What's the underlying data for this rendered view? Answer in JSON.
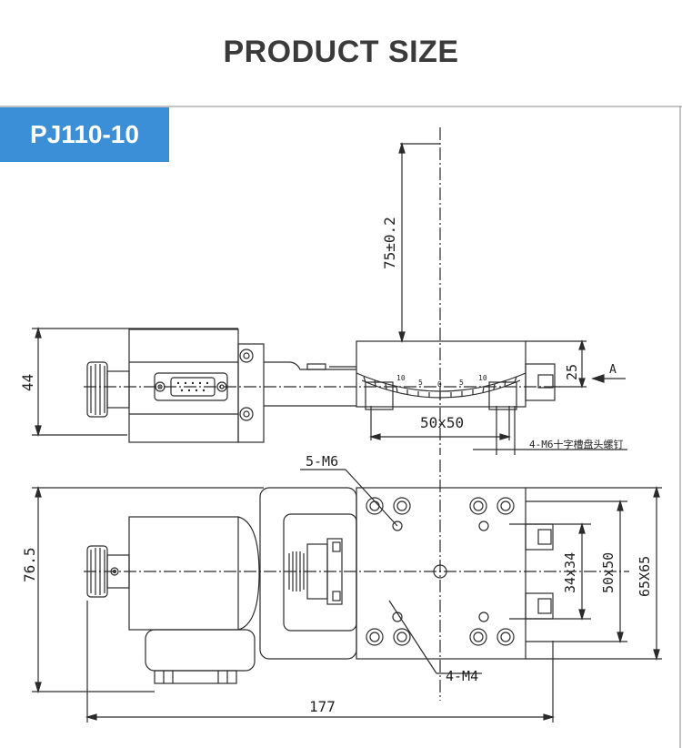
{
  "header": {
    "title": "PRODUCT SIZE"
  },
  "model": {
    "name": "PJ110-10"
  },
  "dimensions": {
    "height_adjust": "75±0.2",
    "side_height": "44",
    "side_offset": "25",
    "view_marker": "A",
    "table_size_side": "50x50",
    "screws": "4-M6十字槽盘头螺钉",
    "top_holes_m6": "5-M6",
    "top_holes_m4": "4-M4",
    "width_total": "76.5",
    "inner_34": "34x34",
    "inner_50": "50x50",
    "outer_65": "65X65",
    "length_total": "177"
  },
  "scale": {
    "labels": [
      "10",
      "5",
      "0",
      "5",
      "10"
    ]
  },
  "colors": {
    "accent": "#3a8fd6",
    "line": "#2b2b2b",
    "frame": "#8a8a8a"
  }
}
